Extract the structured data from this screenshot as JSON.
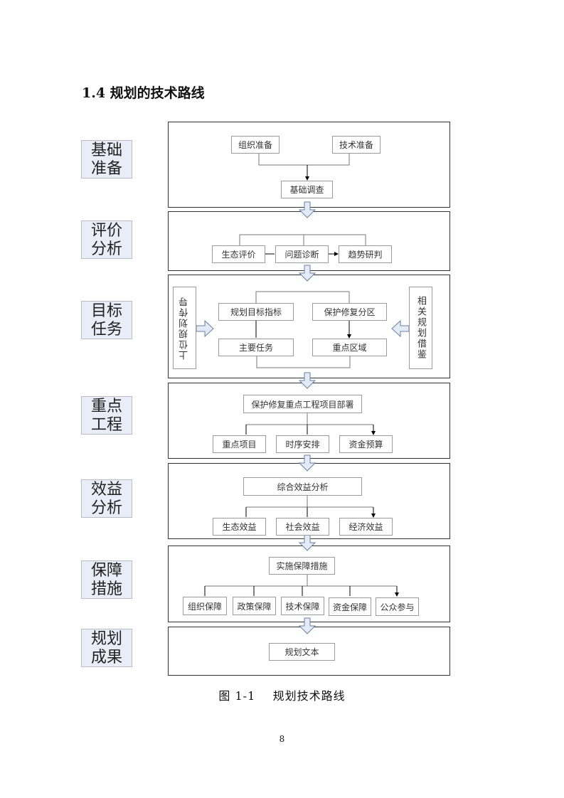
{
  "heading": "1.4  规划的技术路线",
  "stages": [
    {
      "l1": "基础",
      "l2": "准备",
      "boxes": [
        "组织准备",
        "技术准备",
        "基础调查"
      ]
    },
    {
      "l1": "评价",
      "l2": "分析",
      "boxes": [
        "生态评价",
        "问题诊断",
        "趋势研判"
      ]
    },
    {
      "l1": "目标",
      "l2": "任务",
      "boxes": [
        "上位规划传导",
        "规划目标指标",
        "保护修复分区",
        "主要任务",
        "重点区域",
        "相关规划借鉴"
      ]
    },
    {
      "l1": "重点",
      "l2": "工程",
      "boxes": [
        "保护修复重点工程项目部署",
        "重点项目",
        "时序安排",
        "资金预算"
      ]
    },
    {
      "l1": "效益",
      "l2": "分析",
      "boxes": [
        "综合效益分析",
        "生态效益",
        "社会效益",
        "经济效益"
      ]
    },
    {
      "l1": "保障",
      "l2": "措施",
      "boxes": [
        "实施保障措施",
        "组织保障",
        "政策保障",
        "技术保障",
        "资金保障",
        "公众参与"
      ]
    },
    {
      "l1": "规划",
      "l2": "成果",
      "boxes": [
        "规划文本"
      ]
    }
  ],
  "caption": "图 1-1    规划技术路线",
  "page_number": "8",
  "colors": {
    "label_bg": "#e8edf7",
    "label_shadow": "#4a78c0",
    "arrow_fill": "#e3ebf7"
  }
}
